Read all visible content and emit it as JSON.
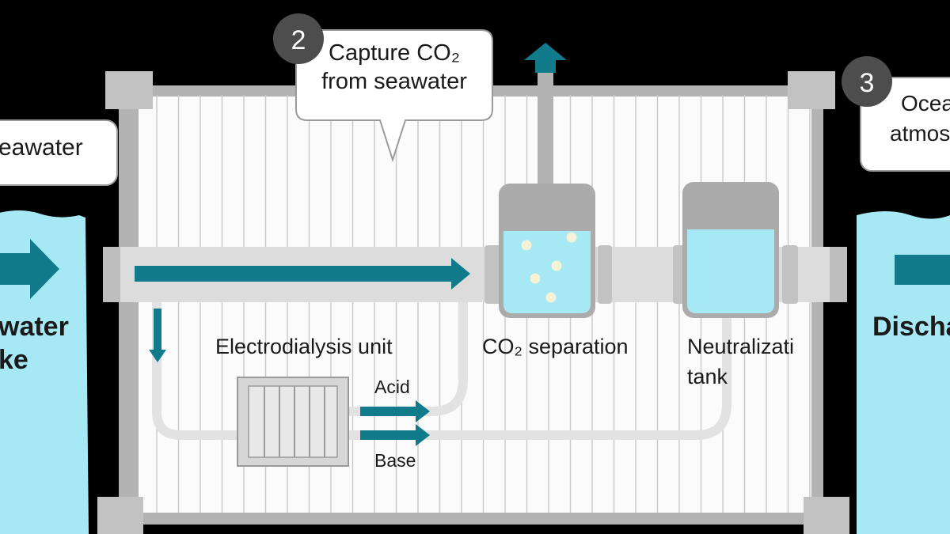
{
  "colors": {
    "background": "#000000",
    "frame": "#b3b3b3",
    "panel": "#fbfbfb",
    "pipe": "#dcdcdc",
    "water": "#a6e9f4",
    "arrow": "#117a8b",
    "badge": "#4d4d4d",
    "text": "#1a1a1a"
  },
  "steps": [
    {
      "number": "2",
      "callout_lines": [
        "Capture CO₂",
        "from seawater"
      ]
    },
    {
      "number": "3",
      "callout_lines": [
        "Ocea",
        "atmos"
      ]
    }
  ],
  "left_callout": "eawater",
  "left_label_lines": [
    "water",
    "ke"
  ],
  "right_label": "Discha",
  "labels": {
    "electrodialysis": "Electrodialysis unit",
    "acid": "Acid",
    "base": "Base",
    "separation": "CO₂ separation",
    "neutralization_lines": [
      "Neutralizati",
      "tank"
    ]
  },
  "icons": [
    "flow-arrow-icon",
    "vent-arrow-icon",
    "bubble-icon"
  ]
}
